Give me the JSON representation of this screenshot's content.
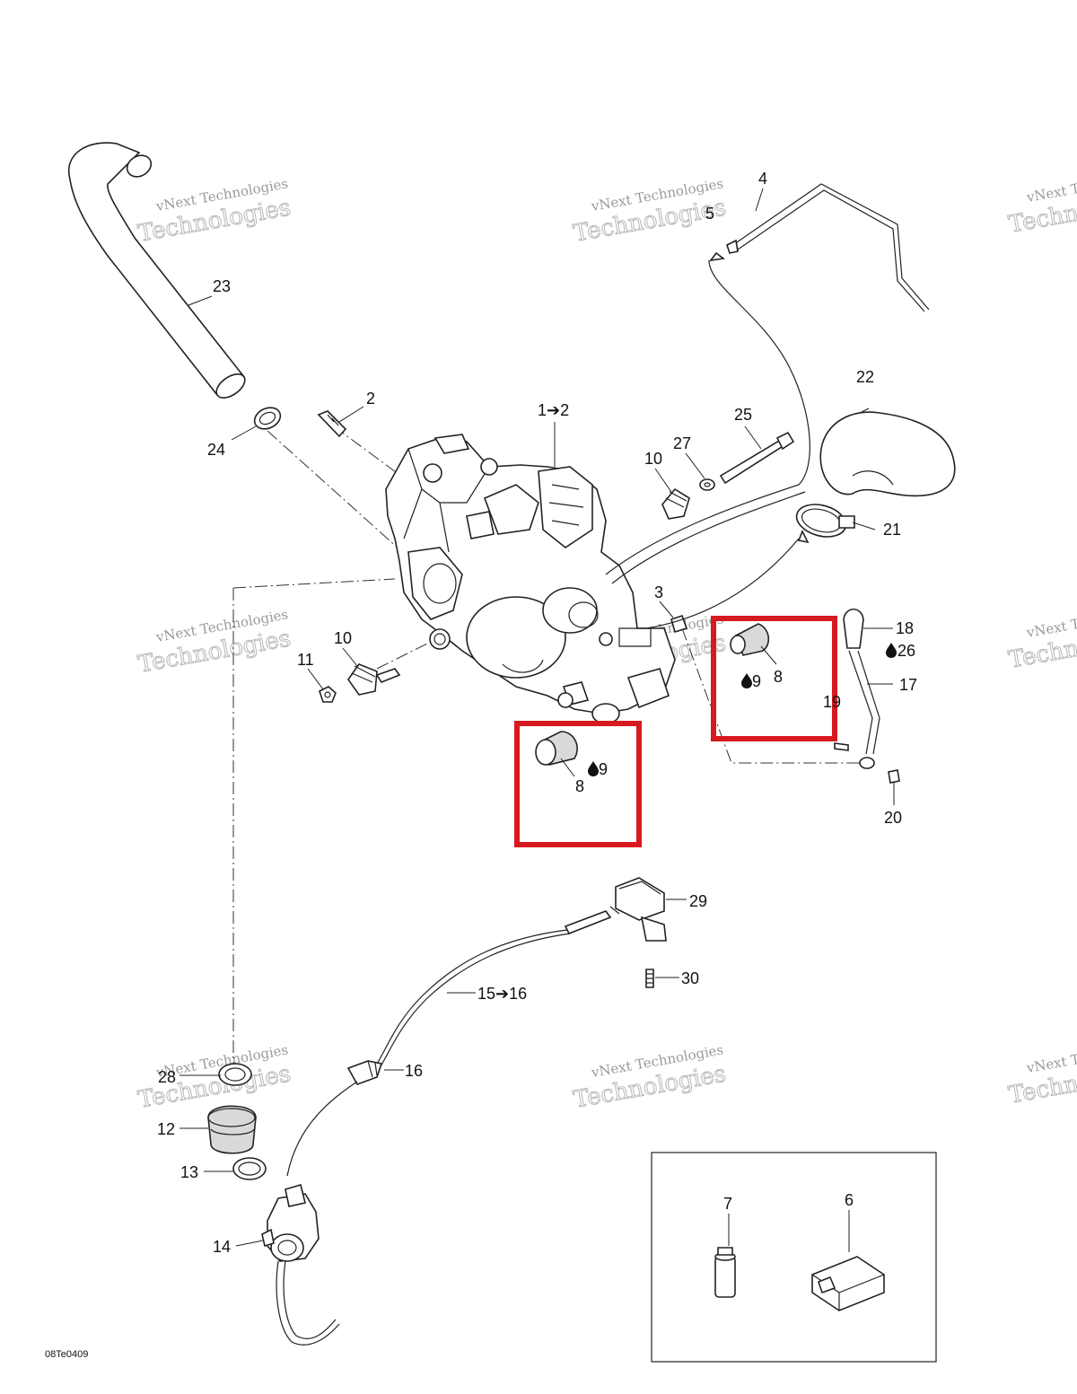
{
  "diagram": {
    "code": "08Te0409",
    "watermark": {
      "line1": "vNext Technologies",
      "line2": "Technologies"
    },
    "labels": {
      "l1_2": "1➔2",
      "l2": "2",
      "l3": "3",
      "l4": "4",
      "l5": "5",
      "l6": "6",
      "l7": "7",
      "l8_a": "8",
      "l8_b": "8",
      "l9_a": "9",
      "l9_b": "9",
      "l10_a": "10",
      "l10_b": "10",
      "l11": "11",
      "l12": "12",
      "l13": "13",
      "l14": "14",
      "l15_16": "15➔16",
      "l16": "16",
      "l17": "17",
      "l18": "18",
      "l19": "19",
      "l20": "20",
      "l21": "21",
      "l22": "22",
      "l23": "23",
      "l24": "24",
      "l25": "25",
      "l26": "26",
      "l27": "27",
      "l28": "28",
      "l29": "29",
      "l30": "30"
    },
    "highlight_color": "#d71920"
  }
}
